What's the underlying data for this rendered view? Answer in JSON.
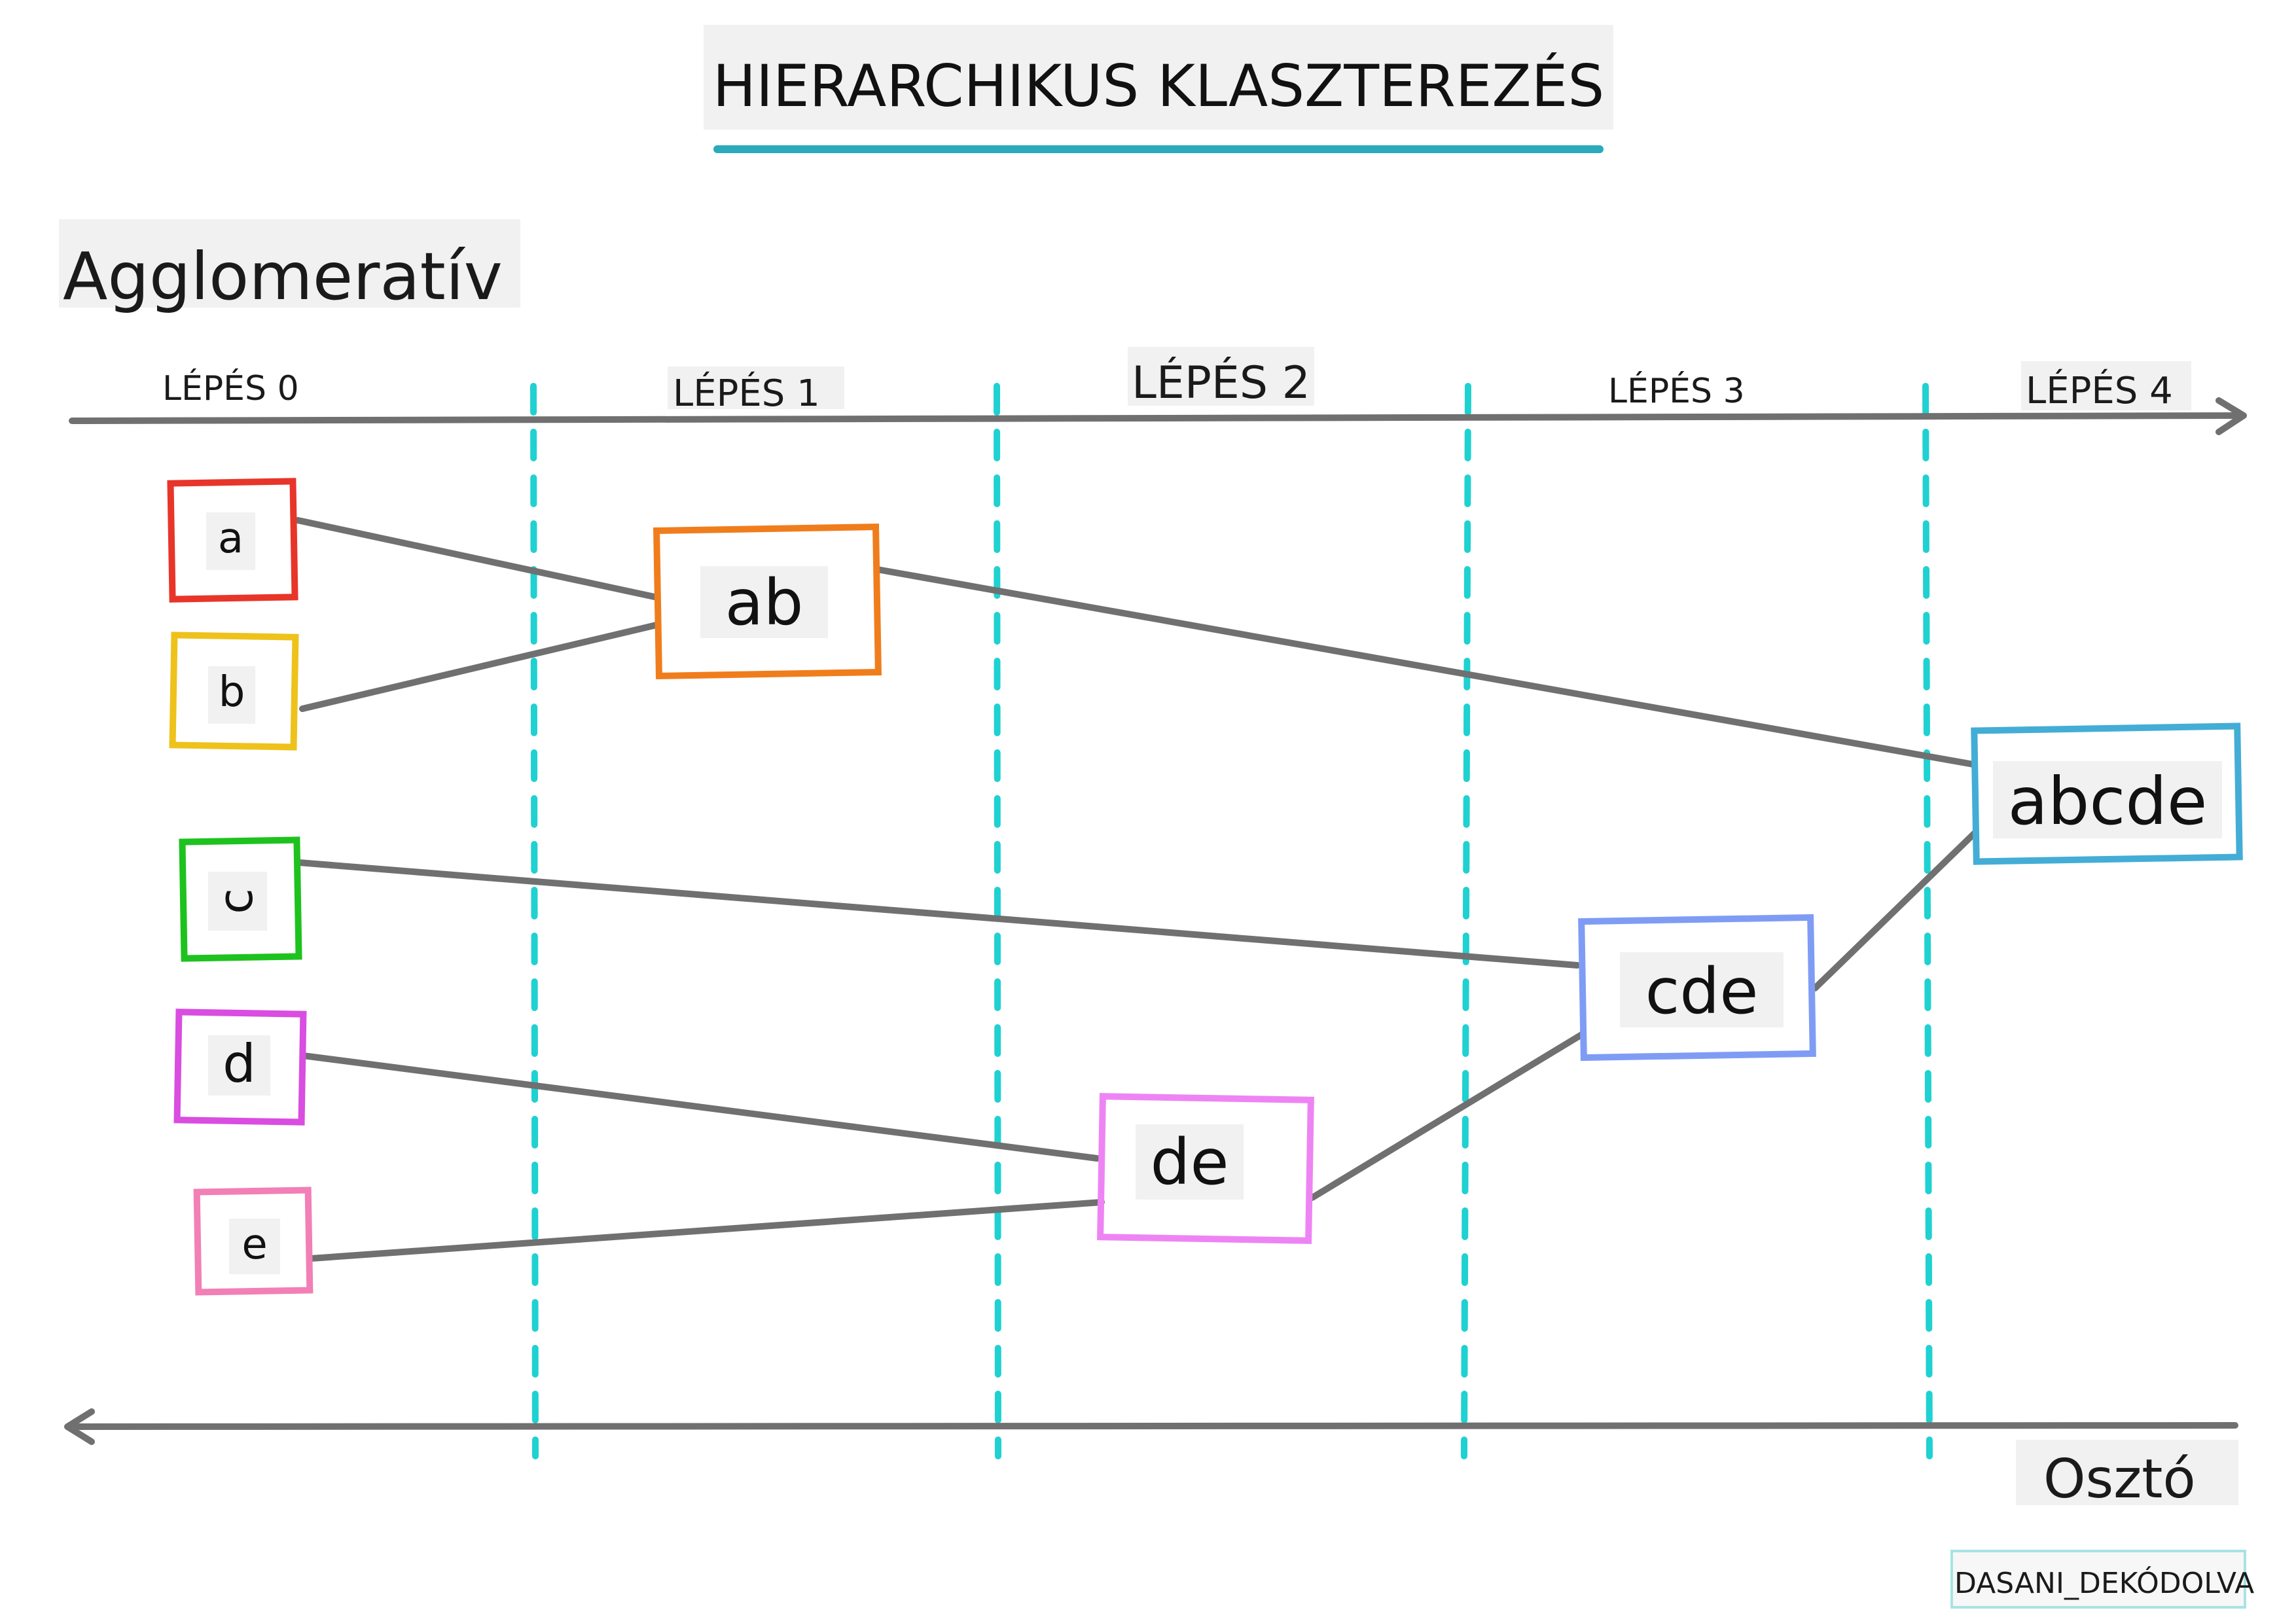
{
  "title": "HIERARCHIKUS KLASZTEREZÉS",
  "agglomerative_label": "Agglomeratív",
  "divisive_label": "Osztó",
  "credit": "DASANI_DEKÓDOLVA",
  "steps": [
    "LÉPÉS 0",
    "LÉPÉS 1",
    "LÉPÉS 2",
    "LÉPÉS 3",
    "LÉPÉS 4"
  ],
  "nodes": {
    "a": {
      "label": "a",
      "color": "#e8352a"
    },
    "b": {
      "label": "b",
      "color": "#eec21b"
    },
    "c": {
      "label": "c",
      "color": "#1ec21e"
    },
    "d": {
      "label": "d",
      "color": "#d94de0"
    },
    "e": {
      "label": "e",
      "color": "#f27fb5"
    },
    "ab": {
      "label": "ab",
      "color": "#f07d1c"
    },
    "de": {
      "label": "de",
      "color": "#ee84f4"
    },
    "cde": {
      "label": "cde",
      "color": "#7f9cf5"
    },
    "abcde": {
      "label": "abcde",
      "color": "#43add6"
    }
  },
  "colors": {
    "step_divider": "#1fd1d1",
    "axis": "#707070",
    "connector": "#707070",
    "title_underline": "#2aaabc"
  }
}
